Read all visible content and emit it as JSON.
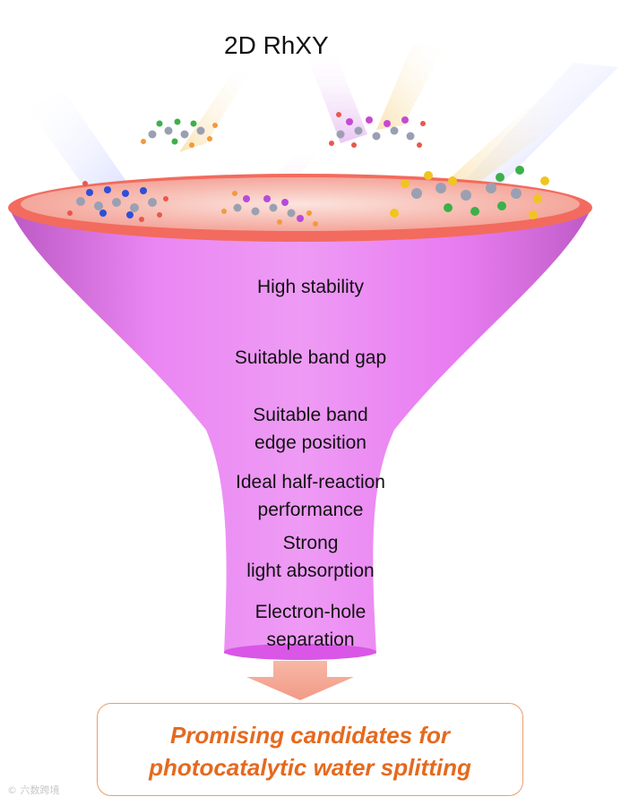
{
  "title": "2D RhXY",
  "funnel_stages": [
    {
      "lines": [
        "High stability"
      ],
      "color": "#f06a5c"
    },
    {
      "lines": [
        "Suitable band gap"
      ],
      "color": "#f29a55"
    },
    {
      "lines": [
        "Suitable band",
        "edge position"
      ],
      "color": "#f2d24e"
    },
    {
      "lines": [
        "Ideal half-reaction",
        "performance"
      ],
      "color": "#3aa86c"
    },
    {
      "lines": [
        "Strong",
        "light absorption"
      ],
      "color": "#3f4fd6"
    },
    {
      "lines": [
        "Electron-hole",
        "separation"
      ],
      "color": "#d447e0"
    }
  ],
  "result": {
    "line1": "Promising candidates for",
    "line2": "photocatalytic water splitting",
    "color": "#e46a1f"
  },
  "watermark": "© 六数跨境"
}
